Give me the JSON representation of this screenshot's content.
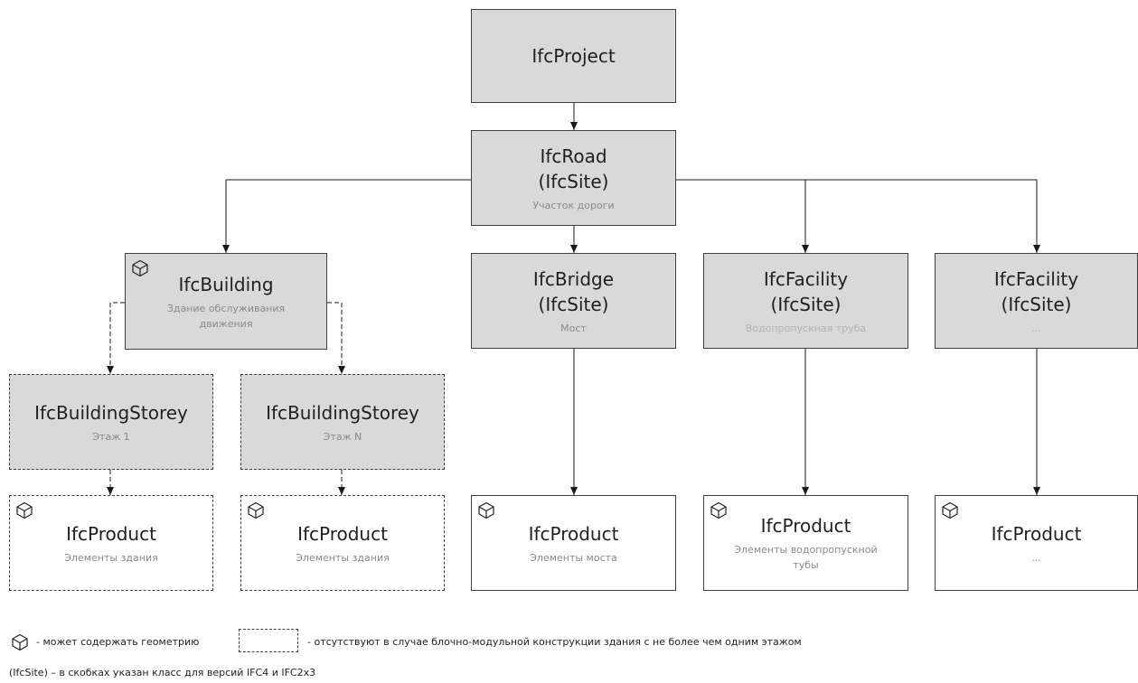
{
  "nodes": {
    "project": {
      "title": "IfcProject"
    },
    "road": {
      "title": "IfcRoad",
      "subtitle_class": "(IfcSite)",
      "description": "Участок дороги"
    },
    "building": {
      "title": "IfcBuilding",
      "description": "Здание обслуживания движения"
    },
    "bridge": {
      "title": "IfcBridge",
      "subtitle_class": "(IfcSite)",
      "description": "Мост"
    },
    "facility1": {
      "title": "IfcFacility",
      "subtitle_class": "(IfcSite)",
      "description": "Водопропускная труба"
    },
    "facility2": {
      "title": "IfcFacility",
      "subtitle_class": "(IfcSite)",
      "description": "..."
    },
    "storey1": {
      "title": "IfcBuildingStorey",
      "description": "Этаж 1"
    },
    "storeyN": {
      "title": "IfcBuildingStorey",
      "description": "Этаж N"
    },
    "product_storey1": {
      "title": "IfcProduct",
      "description": "Элементы здания"
    },
    "product_storeyN": {
      "title": "IfcProduct",
      "description": "Элементы здания"
    },
    "product_bridge": {
      "title": "IfcProduct",
      "description": "Элементы моста"
    },
    "product_facility1": {
      "title": "IfcProduct",
      "description": "Элементы водопропускной тубы"
    },
    "product_facility2": {
      "title": "IfcProduct",
      "description": "..."
    }
  },
  "legend": {
    "geometry_text": "- может содержать геометрию",
    "dashed_text": "- отсутствуют в случае блочно-модульной  конструкции здания с не более чем одним этажом",
    "site_note": "(IfcSite) – в скобках указан класс для версий  IFC4 и IFC2x3"
  },
  "icons": {
    "geometry": "cube-outline-icon"
  },
  "colors": {
    "gray_fill": "#d9d9d9",
    "border": "#404040",
    "description_text": "#8a8a8a"
  }
}
